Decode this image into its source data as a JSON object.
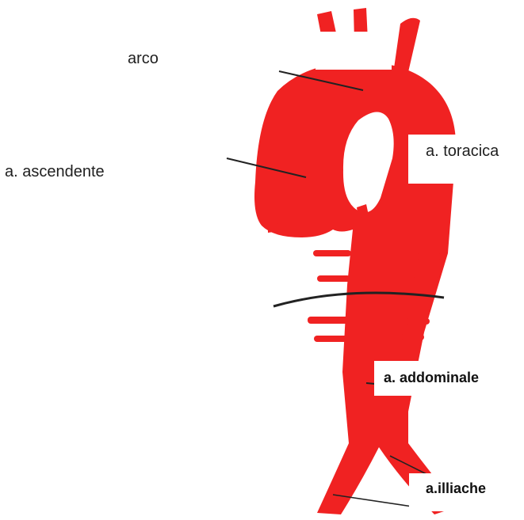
{
  "diagram": {
    "labels": {
      "arch": "arco",
      "ascending": "a. ascendente",
      "thoracic": "a. toracica",
      "abdominal": "a. addominale",
      "iliac": "a.illiache"
    },
    "colors": {
      "vessel": "#f02222",
      "line": "#222222",
      "background": "#ffffff"
    }
  }
}
